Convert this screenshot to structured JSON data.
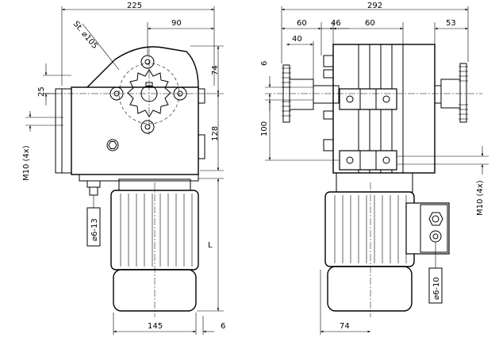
{
  "dimensions": {
    "left_total_width": "225",
    "left_upper_width": "90",
    "pitch_circle": "St. ⌀105",
    "left_height_upper": "74",
    "left_height_lower": "128",
    "left_offset_25": "25",
    "left_thread": "M10 (4x)",
    "left_cable_gland": "⌀6-13",
    "motor_length": "L",
    "motor_width": "145",
    "motor_offset": "6",
    "right_total_width": "292",
    "right_seg_60a": "60",
    "right_seg_46": "46",
    "right_seg_60b": "60",
    "right_seg_53": "53",
    "right_seg_40": "40",
    "right_small_6": "6",
    "right_height_100": "100",
    "right_thread": "M10 (4x)",
    "right_cable_gland": "⌀6-10",
    "right_motor_offset": "74"
  }
}
